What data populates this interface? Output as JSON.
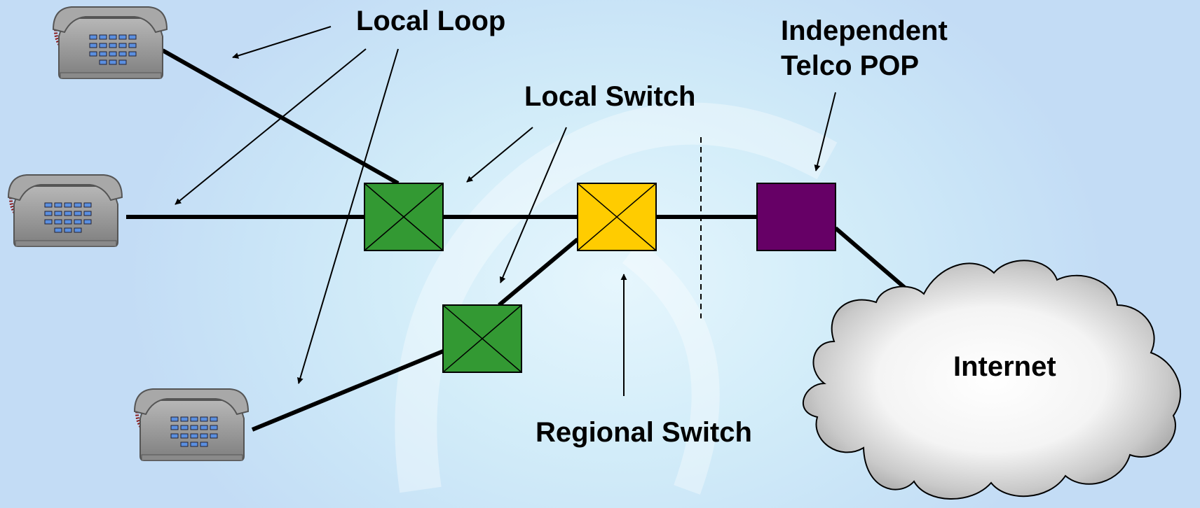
{
  "labels": {
    "local_loop": "Local Loop",
    "local_switch": "Local Switch",
    "independent_pop_line1": "Independent",
    "independent_pop_line2": "Telco POP",
    "regional_switch": "Regional Switch",
    "internet": "Internet"
  },
  "colors": {
    "local_switch": "#339933",
    "regional_switch": "#ffcc00",
    "pop": "#660066",
    "line": "#000000",
    "phone_body": "#9a9a9a",
    "phone_keys": "#4a7fd0",
    "phone_cord": "#8b1a1a"
  },
  "icons": [
    "telephone-icon",
    "switch-icon",
    "cloud-icon"
  ]
}
